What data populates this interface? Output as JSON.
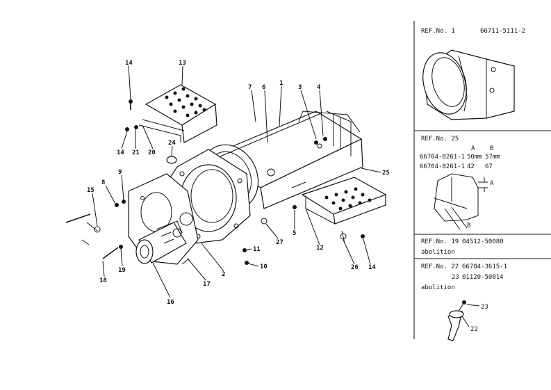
{
  "callouts": {
    "n1": "1",
    "n2": "2",
    "n3": "3",
    "n4": "4",
    "n5": "5",
    "n6": "6",
    "n7": "7",
    "n8": "8",
    "n9": "9",
    "n10": "10",
    "n11": "11",
    "n12": "12",
    "n13": "13",
    "n14a": "14",
    "n14b": "14",
    "n14c": "14",
    "n15": "15",
    "n16": "16",
    "n17": "17",
    "n18": "18",
    "n19": "19",
    "n20": "20",
    "n21": "21",
    "n24": "24",
    "n25": "25",
    "n26": "26",
    "n27": "27"
  },
  "panel": {
    "ref1": {
      "label": "REF.No.  1",
      "part": "66711-5111-2"
    },
    "ref25": {
      "label": "REF.No. 25",
      "col_a": "A",
      "col_b": "B",
      "row1_part": "66704-8261-1",
      "row1_a": "50mm",
      "row1_b": "57mm",
      "row2_part": "66704-8261-1",
      "row2_a": "42",
      "row2_b": "67",
      "tag_a": "A",
      "tag_b": "B"
    },
    "ref19": {
      "label": "REF.No. 19",
      "part": "04512-50080",
      "note": "abolition"
    },
    "ref22": {
      "label": "REF.No. 22",
      "part1": "66704-3615-1",
      "line2_no": "23",
      "line2_part": "01120-50814",
      "note": "abolition",
      "tag23": "23",
      "tag22": "22"
    }
  }
}
